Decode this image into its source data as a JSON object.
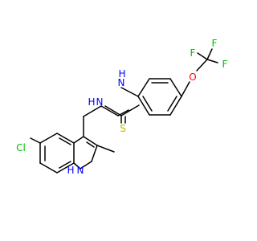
{
  "colors": {
    "bond": "#000000",
    "nitrogen": "#0000ff",
    "oxygen": "#ff0000",
    "sulfur": "#b8b800",
    "chlorine": "#00c000",
    "fluorine": "#00c000"
  },
  "atoms": {
    "cl": "Cl",
    "nh_indole": "N",
    "h_indole": "H",
    "nh_thiourea_left": "N",
    "h_thiourea_left": "H",
    "nh_thiourea_right": "N",
    "h_thiourea_right": "H",
    "s": "S",
    "o": "O",
    "f_left": "F",
    "f_top": "F",
    "f_right": "F"
  }
}
